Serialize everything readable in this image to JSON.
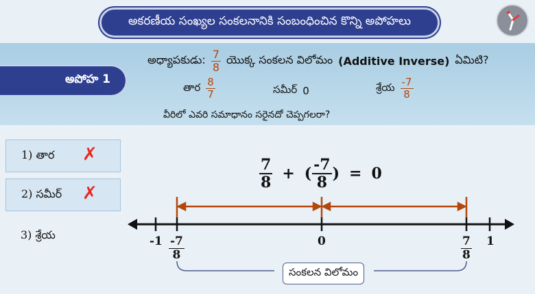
{
  "title": "అకరణీయ సంఖ్యల సంకలనానికి సంబంధించిన కొన్ని అపోహలు",
  "logo_icon": "brand-logo-icon",
  "misconception_label": "అపోహ 1",
  "question": {
    "speaker": "అధ్యాపకుడు:",
    "fraction": {
      "numerator": "7",
      "denominator": "8"
    },
    "rest": "యొక్క సంకలన విలోమం",
    "english": "(Additive Inverse)",
    "ending": "ఏమిటి?"
  },
  "students": [
    {
      "name": "తార",
      "answer_numerator": "8",
      "answer_denominator": "7"
    },
    {
      "name": "సమీర్",
      "answer": "0"
    },
    {
      "name": "శ్రేయ",
      "answer_numerator": "-7",
      "answer_denominator": "8"
    }
  ],
  "ask": "వీరిలో ఎవరి సమాధానం సరైనదో చెప్పగలరా?",
  "options": [
    {
      "label": "1)  తార",
      "mark": "✗"
    },
    {
      "label": "2)  సమీర్",
      "mark": "✗"
    },
    {
      "label": "3)  శ్రేయ"
    }
  ],
  "equation": {
    "a_num": "7",
    "a_den": "8",
    "plus": "+",
    "open": "(",
    "b_num": "-7",
    "b_den": "8",
    "close": ")",
    "equals": "=",
    "result": "0"
  },
  "number_line": {
    "labels": {
      "m1": "-1",
      "m78_num": "-7",
      "m78_den": "8",
      "zero": "0",
      "p78_num": "7",
      "p78_den": "8",
      "p1": "1"
    },
    "brace_label": "సంకలన విలోమం",
    "arrow_color": "#b4470c"
  }
}
